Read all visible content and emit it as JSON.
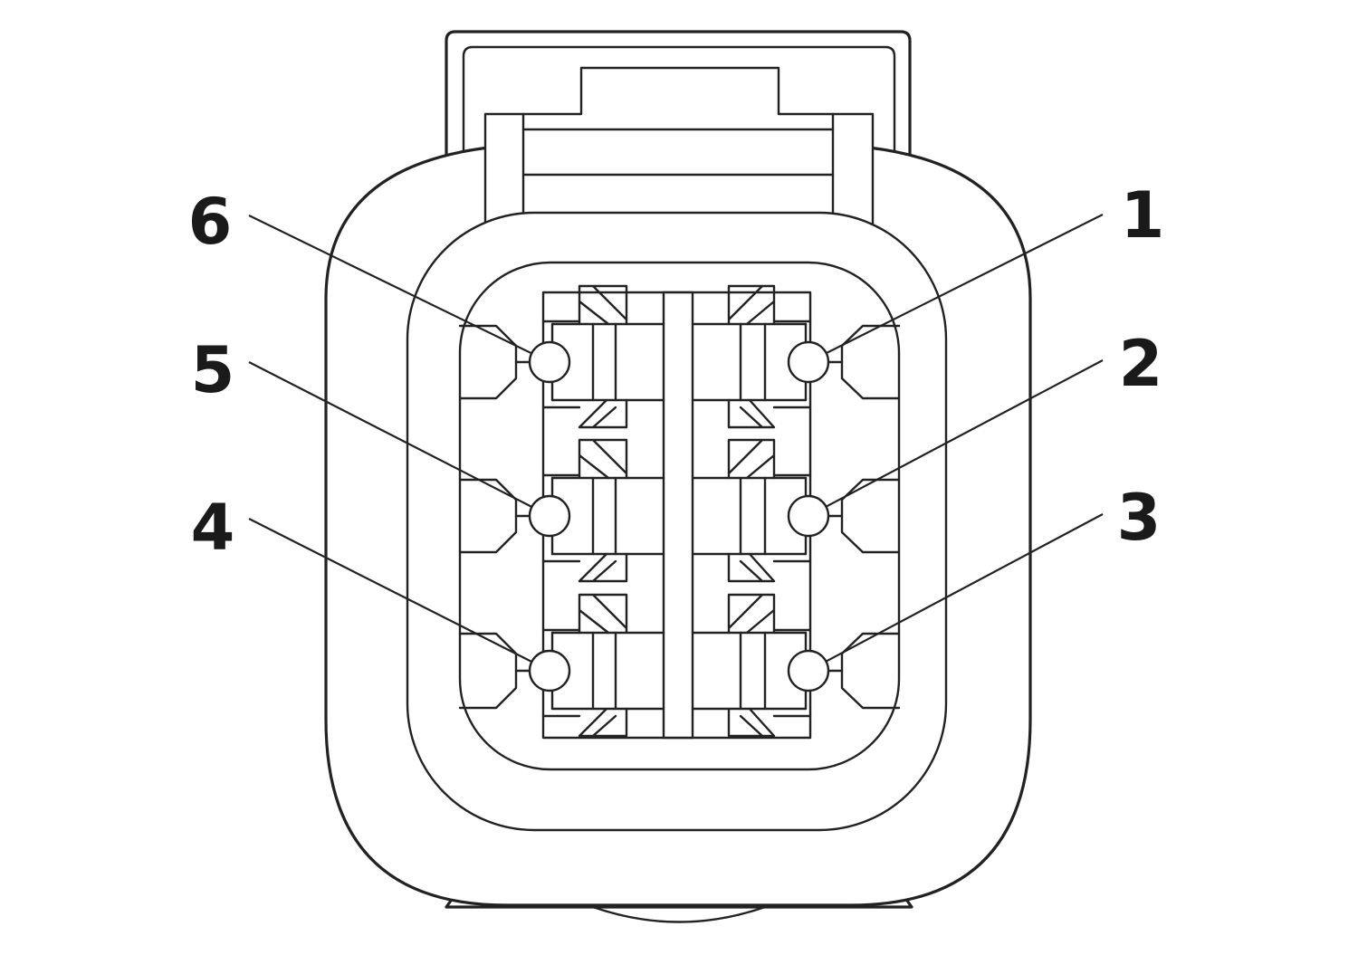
{
  "pins": [
    {
      "id": "pin-1",
      "label": "1"
    },
    {
      "id": "pin-2",
      "label": "2"
    },
    {
      "id": "pin-3",
      "label": "3"
    },
    {
      "id": "pin-4",
      "label": "4"
    },
    {
      "id": "pin-5",
      "label": "5"
    },
    {
      "id": "pin-6",
      "label": "6"
    }
  ],
  "colors": {
    "stroke": "#222222",
    "background": "#ffffff",
    "label": "#1a1a1a"
  }
}
